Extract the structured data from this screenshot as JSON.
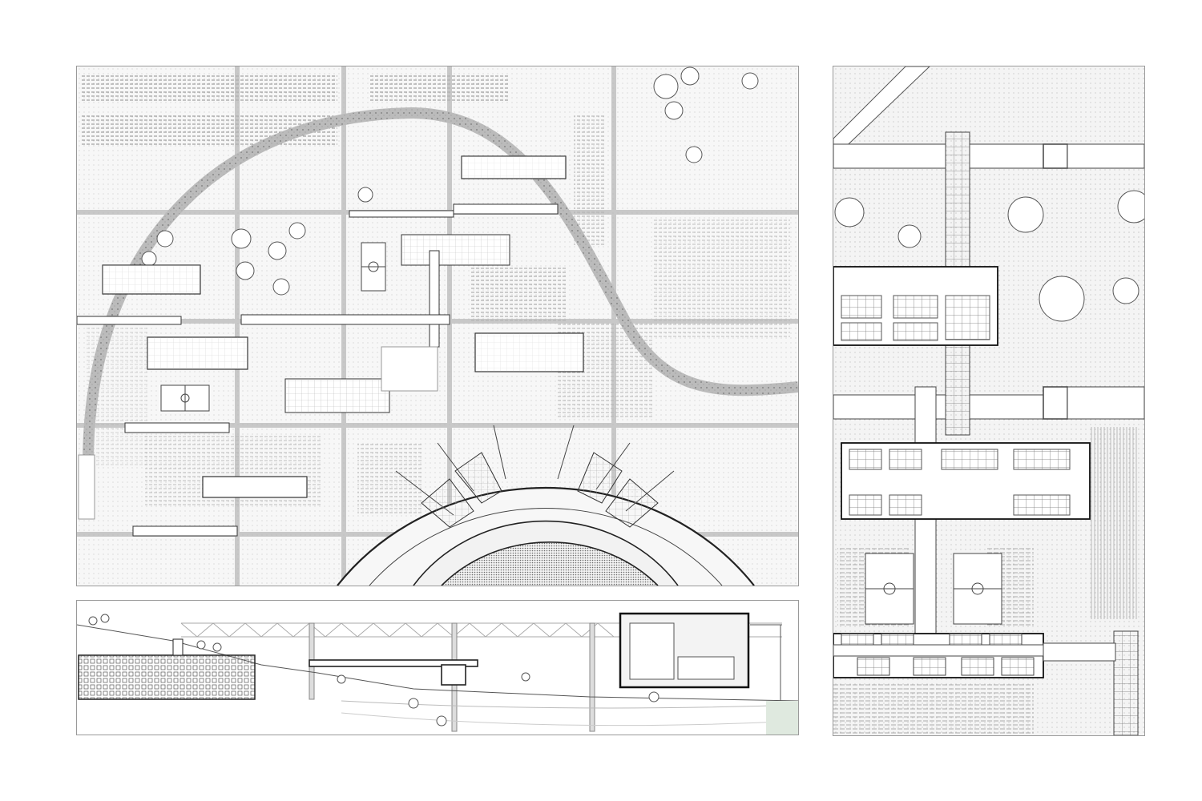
{
  "drawing": {
    "panels": [
      {
        "id": "site-plan",
        "kind": "masterplan"
      },
      {
        "id": "section-elevation",
        "kind": "section"
      },
      {
        "id": "detail-plan",
        "kind": "enlarged plan"
      }
    ],
    "colors": {
      "line": "#3a3a3a",
      "light_line": "#9a9a9a",
      "hatch": "#c8c8c8",
      "ground": "#f1f1f1",
      "accent_ground": "#dfe9df"
    },
    "icons": [
      "tree-icon",
      "football-pitch-icon",
      "roof-truss-icon"
    ]
  }
}
